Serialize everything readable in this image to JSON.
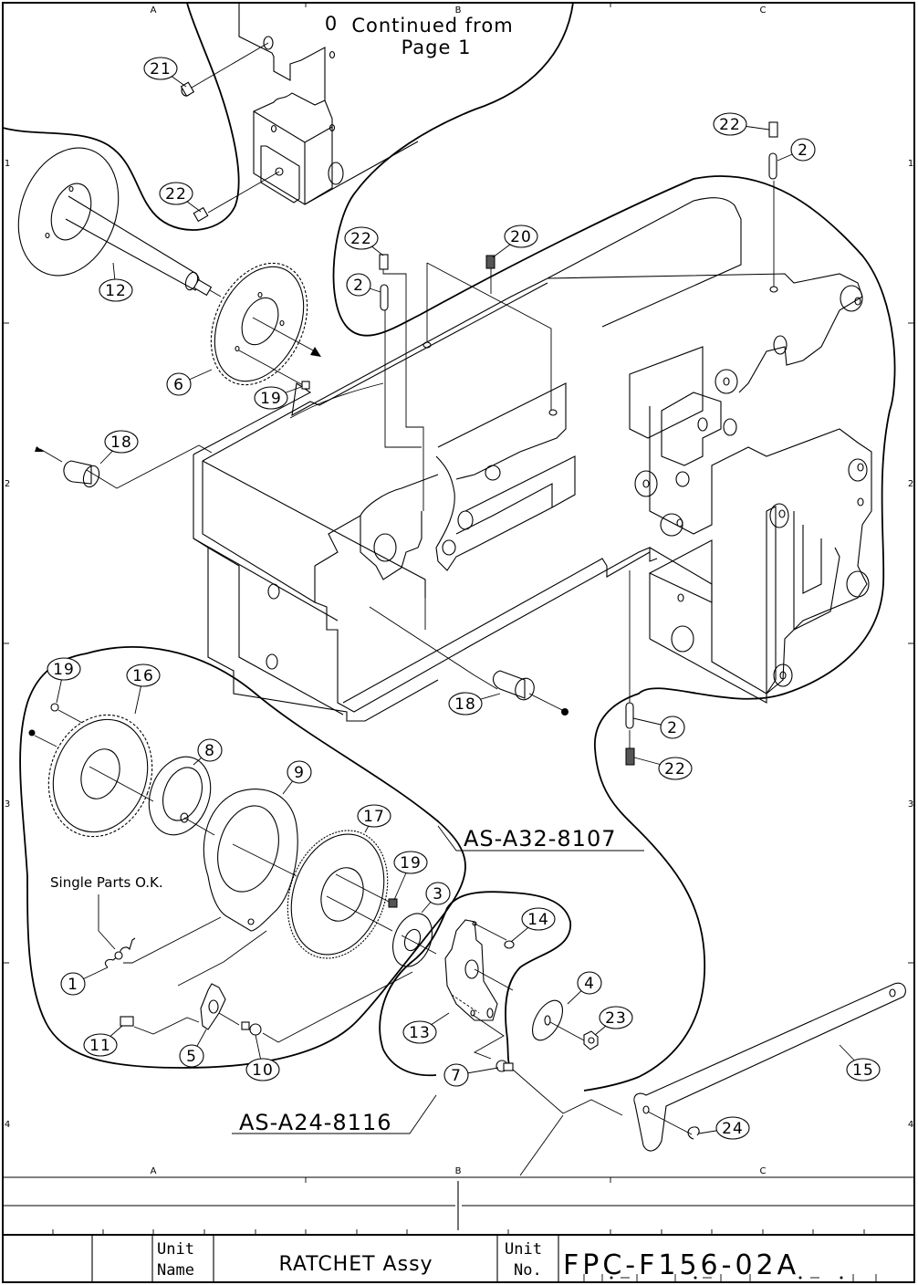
{
  "drawing": {
    "continued_note": [
      "Continued from",
      "Page 1"
    ],
    "single_parts_note": "Single Parts O.K.",
    "assemblies": [
      {
        "id": "AS-A32-8107"
      },
      {
        "id": "AS-A24-8116"
      }
    ],
    "grid_columns": [
      "A",
      "B",
      "C"
    ],
    "grid_rows": [
      "1",
      "2",
      "3",
      "4"
    ],
    "callouts": [
      {
        "n": "21"
      },
      {
        "n": "22"
      },
      {
        "n": "12"
      },
      {
        "n": "6"
      },
      {
        "n": "19"
      },
      {
        "n": "18"
      },
      {
        "n": "22"
      },
      {
        "n": "2"
      },
      {
        "n": "20"
      },
      {
        "n": "22"
      },
      {
        "n": "2"
      },
      {
        "n": "18"
      },
      {
        "n": "2"
      },
      {
        "n": "22"
      },
      {
        "n": "19"
      },
      {
        "n": "16"
      },
      {
        "n": "8"
      },
      {
        "n": "9"
      },
      {
        "n": "17"
      },
      {
        "n": "19"
      },
      {
        "n": "3"
      },
      {
        "n": "14"
      },
      {
        "n": "4"
      },
      {
        "n": "23"
      },
      {
        "n": "13"
      },
      {
        "n": "1"
      },
      {
        "n": "11"
      },
      {
        "n": "5"
      },
      {
        "n": "10"
      },
      {
        "n": "7"
      },
      {
        "n": "15"
      },
      {
        "n": "24"
      }
    ]
  },
  "title_block": {
    "unit_name_label": [
      "Unit",
      "Name"
    ],
    "unit_name": "RATCHET Assy",
    "unit_no_label": [
      "Unit",
      "No."
    ],
    "unit_no": "FPC-F156-02A"
  }
}
